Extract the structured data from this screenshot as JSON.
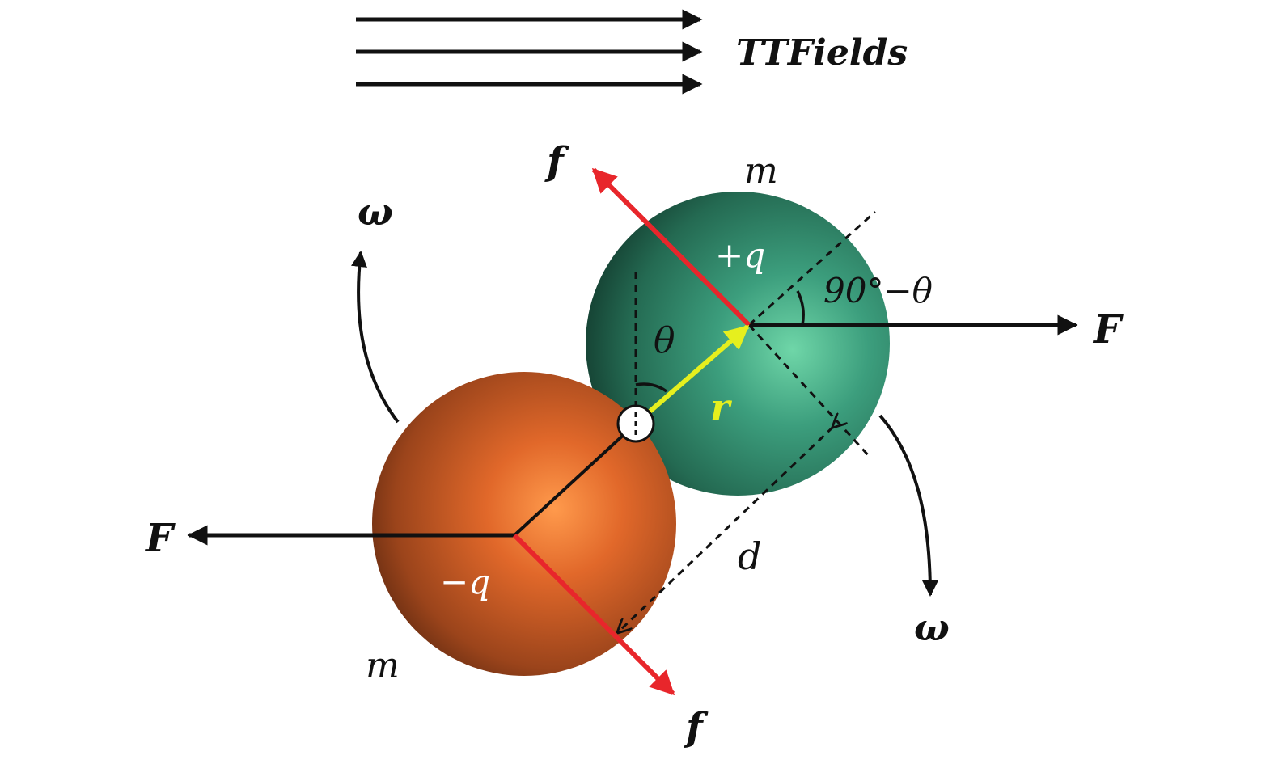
{
  "field": {
    "label": "TTFields",
    "arrow_count": 3,
    "color": "#111111"
  },
  "particles": {
    "positive": {
      "charge_label": "+q",
      "mass_label": "m",
      "color": "#2e8f6e"
    },
    "negative": {
      "charge_label": "−q",
      "mass_label": "m",
      "color": "#d9641f"
    }
  },
  "forces": {
    "electric_label": "F",
    "friction_label": "f",
    "electric_color": "#111111",
    "friction_color": "#e8262b"
  },
  "rotation": {
    "omega_label": "ω",
    "color": "#111111"
  },
  "vectors": {
    "r_label": "r",
    "r_color": "#e6ef1e",
    "d_label": "d"
  },
  "angles": {
    "theta_label": "θ",
    "complement_label": "90°−θ"
  }
}
